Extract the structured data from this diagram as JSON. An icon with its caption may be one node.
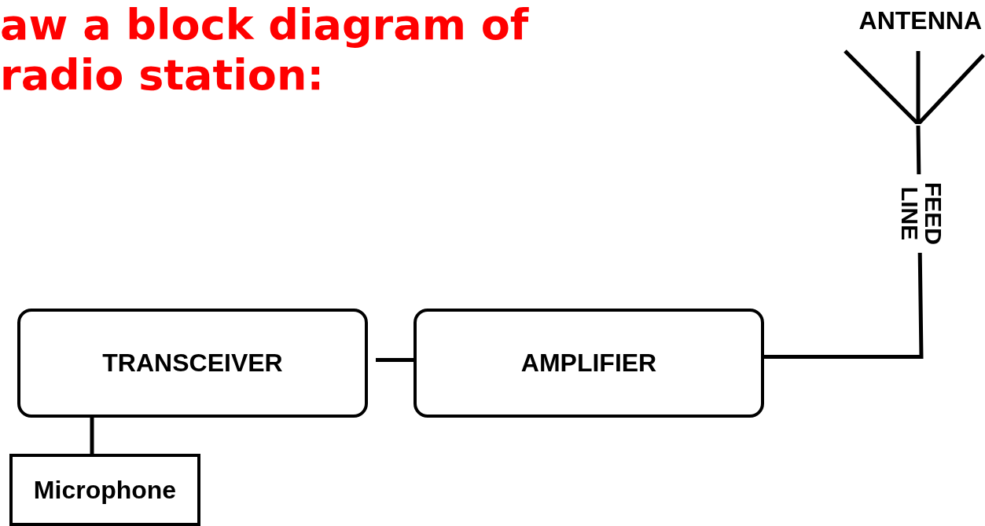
{
  "diagram": {
    "title": "aw a block diagram of radio station:",
    "nodes": [
      {
        "text": [
          "TRANSCEIVER"
        ]
      },
      {
        "text": [
          "AMPLIFIER"
        ]
      },
      {
        "text": [
          "Microphone"
        ]
      },
      {
        "text": [
          "ANTENNA"
        ]
      }
    ],
    "edges": [
      {
        "from": 0,
        "to": 1,
        "arrow": "none"
      },
      {
        "from": 0,
        "to": 2,
        "arrow": "none"
      },
      {
        "from": 1,
        "to": 3,
        "arrow": "none",
        "label": "FEED LINE"
      }
    ]
  }
}
